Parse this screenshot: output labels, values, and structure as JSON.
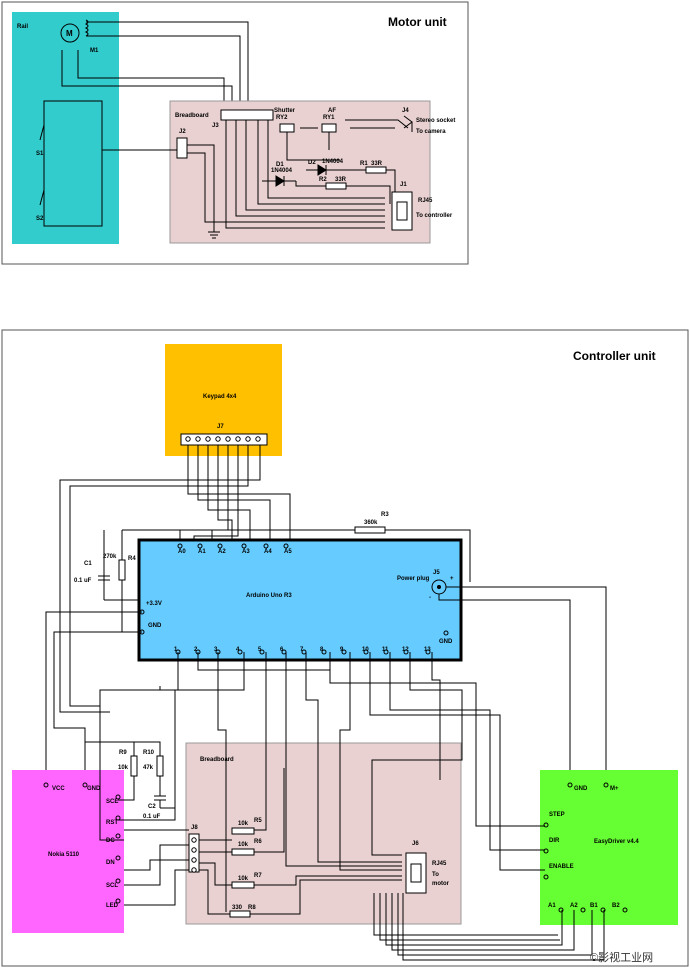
{
  "colors": {
    "rail": "#33cccc",
    "breadboard": "#e9d1d1",
    "keypad": "#ffc000",
    "arduino": "#66ccff",
    "nokia": "#ff66ff",
    "easydriver": "#66ff33",
    "frame": "#555555"
  },
  "motor_unit": {
    "title": "Motor unit",
    "rail": {
      "label": "Rail",
      "motor_symbol": "M",
      "motor_name": "M1",
      "switch1": "S1",
      "switch2": "S2"
    },
    "breadboard": {
      "label": "Breadboard",
      "j2": "J2",
      "j3": "J3",
      "shutter": "Shutter",
      "ry2": "RY2",
      "af": "AF",
      "ry1": "RY1",
      "j4": "J4",
      "stereo_socket": "Stereo socket",
      "to_camera": "To camera",
      "d1": "D1",
      "d1_part": "1N4004",
      "d2": "D2",
      "d2_part": "1N4004",
      "r1": "R1",
      "r1_val": "33R",
      "r2": "R2",
      "r2_val": "33R",
      "j1": "J1",
      "rj45": "RJ45",
      "to_controller": "To controller"
    }
  },
  "controller_unit": {
    "title": "Controller unit",
    "keypad": {
      "label": "Keypad 4x4",
      "j7": "J7"
    },
    "r3": "R3",
    "r3_val": "360k",
    "c1": "C1",
    "c1_val": "0.1 uF",
    "r4": "R4",
    "r4_val": "270k",
    "arduino": {
      "label": "Arduino Uno R3",
      "analog_pins": [
        "A0",
        "A1",
        "A2",
        "A3",
        "A4",
        "A5"
      ],
      "digital_pins": [
        "1",
        "2",
        "3",
        "4",
        "5",
        "6",
        "7",
        "8",
        "9",
        "10",
        "11",
        "12",
        "13"
      ],
      "v33": "+3.3V",
      "gnd_left": "GND",
      "gnd_right": "GND",
      "power_plug": "Power plug",
      "j5": "J5",
      "plus": "+",
      "minus": "-"
    },
    "nokia": {
      "label": "Nokia 5110",
      "pins": [
        "VCC",
        "GND",
        "SCE",
        "RST",
        "DC",
        "DN",
        "SCL",
        "LED"
      ]
    },
    "r9": "R9",
    "r9_val": "10k",
    "r10": "R10",
    "r10_val": "47k",
    "c2": "C2",
    "c2_val": "0.1 uF",
    "breadboard": {
      "label": "Breadboard",
      "j8": "J8",
      "r5": "R5",
      "r5_val": "10k",
      "r6": "R6",
      "r6_val": "10k",
      "r7": "R7",
      "r7_val": "10k",
      "r8": "R8",
      "r8_val": "330",
      "j6": "J6",
      "rj45": "RJ45",
      "to_motor": "To",
      "to_motor2": "motor"
    },
    "easydriver": {
      "label": "EasyDriver v4.4",
      "pins": [
        "GND",
        "M+",
        "STEP",
        "DIR",
        "ENABLE",
        "A1",
        "A2",
        "B1",
        "B2"
      ]
    }
  },
  "watermark": "©影视工业网"
}
